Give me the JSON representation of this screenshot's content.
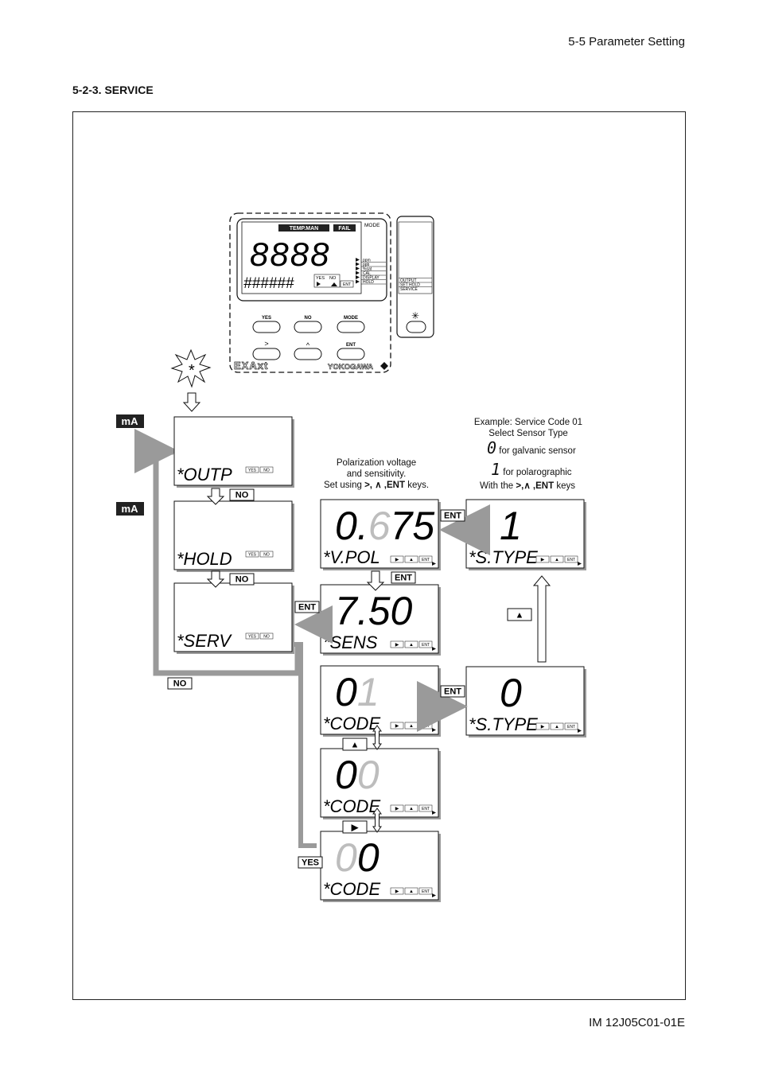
{
  "header": {
    "section_title": "5-5 Parameter Setting"
  },
  "subsection": {
    "title": "5-2-3. SERVICE"
  },
  "footer": {
    "doc_id": "IM 12J05C01-01E"
  },
  "device": {
    "temp_man_label": "TEMP.MAN",
    "fail_label": "FAIL",
    "mode_label": "MODE",
    "main_digits": "8888",
    "sub_digits": "######",
    "units": [
      "ppm",
      "ppb",
      "%sat",
      "CAL",
      "DISPLAY",
      "HOLD"
    ],
    "key_hints": [
      "YES",
      "NO",
      "ENT"
    ],
    "side_labels": [
      "OUTPUT",
      "SET HOLD",
      "SERVICE"
    ],
    "buttons": {
      "yes": "YES",
      "no": "NO",
      "mode": "MODE",
      "right": ">",
      "up": "^",
      "ent": "ENT",
      "star": "✳"
    },
    "brand_left": "EXAxt",
    "brand_right": "YOKOGAWA"
  },
  "badges": {
    "ma1": "mA",
    "ma2": "mA"
  },
  "notes": {
    "polarization": {
      "line1": "Polarization voltage",
      "line2": "and sensitivity.",
      "line3_pre": "Set using ",
      "line3_keys": ">, ∧ ,ENT",
      "line3_post": " keys."
    },
    "example": {
      "line1": "Example: Service Code 01",
      "line2": "Select Sensor Type",
      "galvanic_digit": "0",
      "galvanic_text": "for galvanic sensor",
      "polaro_digit": "1",
      "polaro_text": "for polarographic",
      "last_pre": "With the ",
      "last_keys": ">,∧ ,ENT",
      "last_post": " keys"
    }
  },
  "screens": {
    "outp": {
      "top": "",
      "bottom": "*OUTP",
      "keys": [
        "YES",
        "NO"
      ]
    },
    "hold": {
      "top": "",
      "bottom": "*HOLD",
      "keys": [
        "YES",
        "NO"
      ]
    },
    "serv": {
      "top": "",
      "bottom": "*SERV",
      "keys": [
        "YES",
        "NO"
      ]
    },
    "vpol": {
      "top": "0.675",
      "bottom": "*V.POL",
      "keys": [
        "▶",
        "▲",
        "ENT"
      ]
    },
    "sens": {
      "top": "7.50",
      "bottom": "*SENS",
      "keys": [
        "▶",
        "▲",
        "ENT"
      ]
    },
    "code01": {
      "top": "01",
      "bottom": "*CODE",
      "keys": [
        "▶",
        "▲",
        "ENT"
      ]
    },
    "code00a": {
      "top": "00",
      "bottom": "*CODE",
      "keys": [
        "▶",
        "▲",
        "ENT"
      ]
    },
    "code00b": {
      "top": "00",
      "bottom": "*CODE",
      "keys": [
        "▶",
        "▲",
        "ENT"
      ]
    },
    "stype1": {
      "top": "1",
      "bottom": "*S.TYPE",
      "keys": [
        "▶",
        "▲",
        "ENT"
      ]
    },
    "stype0": {
      "top": "0",
      "bottom": "*S.TYPE",
      "keys": [
        "▶",
        "▲",
        "ENT"
      ]
    }
  },
  "flow_labels": {
    "no1": "NO",
    "no2": "NO",
    "no3": "NO",
    "ent_serv": "ENT",
    "ent_sens": "ENT",
    "ent_vpol": "ENT",
    "ent_code": "ENT",
    "yes": "YES",
    "up_key": "▲",
    "up_key2": "▲",
    "right_key": "▶"
  },
  "colors": {
    "ink": "#111111",
    "shadow": "#9a9a9a",
    "dim_digit": "#bdbdbd",
    "arrow_fill": "#c8c8c8"
  }
}
